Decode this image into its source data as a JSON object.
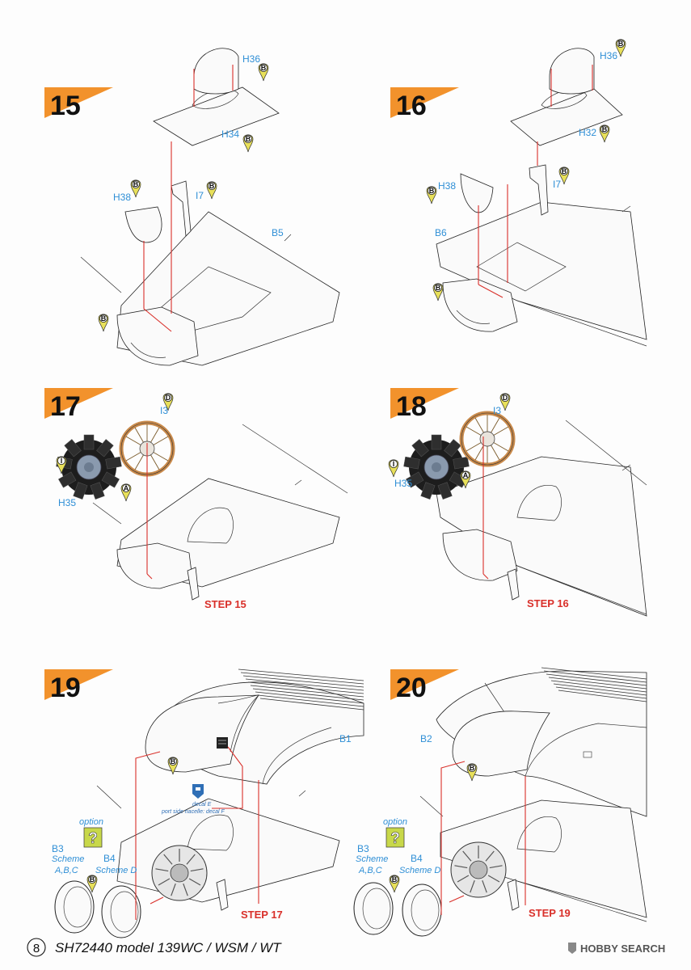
{
  "steps": {
    "s15": {
      "number": "15",
      "labels": {
        "h36": "H36",
        "h34": "H34",
        "h38": "H38",
        "i7": "I7",
        "b5": "B5"
      }
    },
    "s16": {
      "number": "16",
      "labels": {
        "h36": "H36",
        "h32": "H32",
        "h38": "H38",
        "i7": "I7",
        "b6": "B6"
      }
    },
    "s17": {
      "number": "17",
      "labels": {
        "i3": "I3",
        "h35": "H35"
      },
      "step_ref": "STEP 15"
    },
    "s18": {
      "number": "18",
      "labels": {
        "i3": "I3",
        "h35": "H35"
      },
      "step_ref": "STEP 16"
    },
    "s19": {
      "number": "19",
      "labels": {
        "b1": "B1",
        "b3": "B3",
        "b3_scheme": "Scheme",
        "b3_scheme_val": "A,B,C",
        "b4": "B4",
        "b4_scheme": "Scheme D",
        "option": "option"
      },
      "decal_line1": "decal E",
      "decal_line2": "port side nacelle: decal F",
      "step_ref": "STEP 17"
    },
    "s20": {
      "number": "20",
      "labels": {
        "b2": "B2",
        "b3": "B3",
        "b3_scheme": "Scheme",
        "b3_scheme_val": "A,B,C",
        "b4": "B4",
        "b4_scheme": "Scheme D",
        "option": "option"
      },
      "step_ref": "STEP 19"
    }
  },
  "callouts": {
    "b": "B",
    "d": "D",
    "i": "I",
    "a": "A"
  },
  "option_glyph": "?",
  "footer": {
    "page_number": "8",
    "title": "SH72440 model 139WC / WSM / WT"
  },
  "watermark": "HOBBY SEARCH",
  "colors": {
    "step_banner": "#f2922c",
    "label_blue": "#2f8fd6",
    "arrow_red": "#d9302a",
    "callout_yellow": "#e8e05a",
    "option_green": "#c8d84a",
    "engine_grey": "#8a9aae",
    "propeller_rim": "#c98a4b"
  }
}
